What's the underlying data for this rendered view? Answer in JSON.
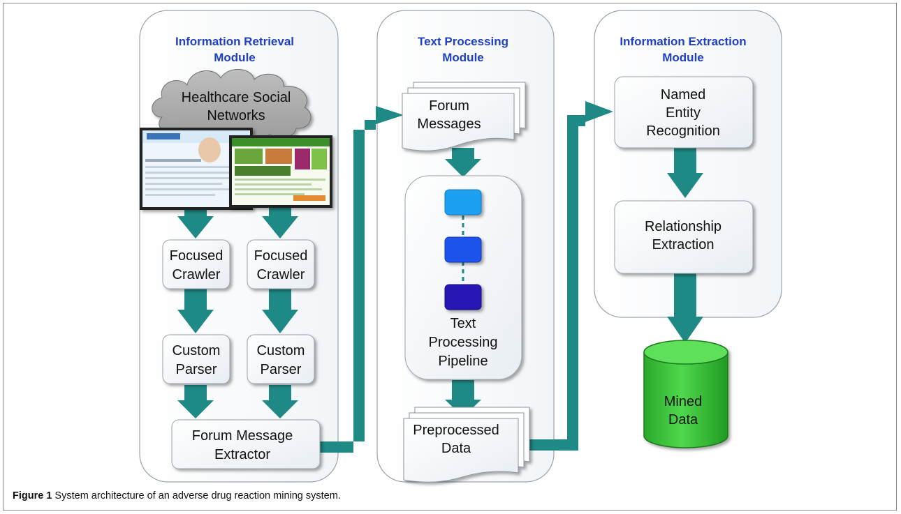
{
  "modules": {
    "retrieval": {
      "title_line1": "Information Retrieval",
      "title_line2": "Module"
    },
    "processing": {
      "title_line1": "Text Processing",
      "title_line2": "Module"
    },
    "extraction": {
      "title_line1": "Information Extraction",
      "title_line2": "Module"
    }
  },
  "retrieval": {
    "cloud_line1": "Healthcare Social",
    "cloud_line2": "Networks",
    "crawler_left_line1": "Focused",
    "crawler_left_line2": "Crawler",
    "crawler_right_line1": "Focused",
    "crawler_right_line2": "Crawler",
    "parser_left_line1": "Custom",
    "parser_left_line2": "Parser",
    "parser_right_line1": "Custom",
    "parser_right_line2": "Parser",
    "extractor_line1": "Forum Message",
    "extractor_line2": "Extractor"
  },
  "processing": {
    "forum_line1": "Forum",
    "forum_line2": "Messages",
    "pipeline_line1": "Text",
    "pipeline_line2": "Processing",
    "pipeline_line3": "Pipeline",
    "preproc_line1": "Preprocessed",
    "preproc_line2": "Data"
  },
  "extraction": {
    "ner_line1": "Named",
    "ner_line2": "Entity",
    "ner_line3": "Recognition",
    "rel_line1": "Relationship",
    "rel_line2": "Extraction",
    "mined_line1": "Mined",
    "mined_line2": "Data"
  },
  "colors": {
    "arrow": "#1f8a85",
    "module_title": "#1f3fc4",
    "cylinder": "#35c234",
    "cloud": "#a9a9a9",
    "pipeline_stage_1": "#1aa0f2",
    "pipeline_stage_2": "#1a52ec",
    "pipeline_stage_3": "#2612b4"
  },
  "caption": {
    "label": "Figure 1",
    "text": " System architecture of an adverse drug reaction mining system."
  }
}
